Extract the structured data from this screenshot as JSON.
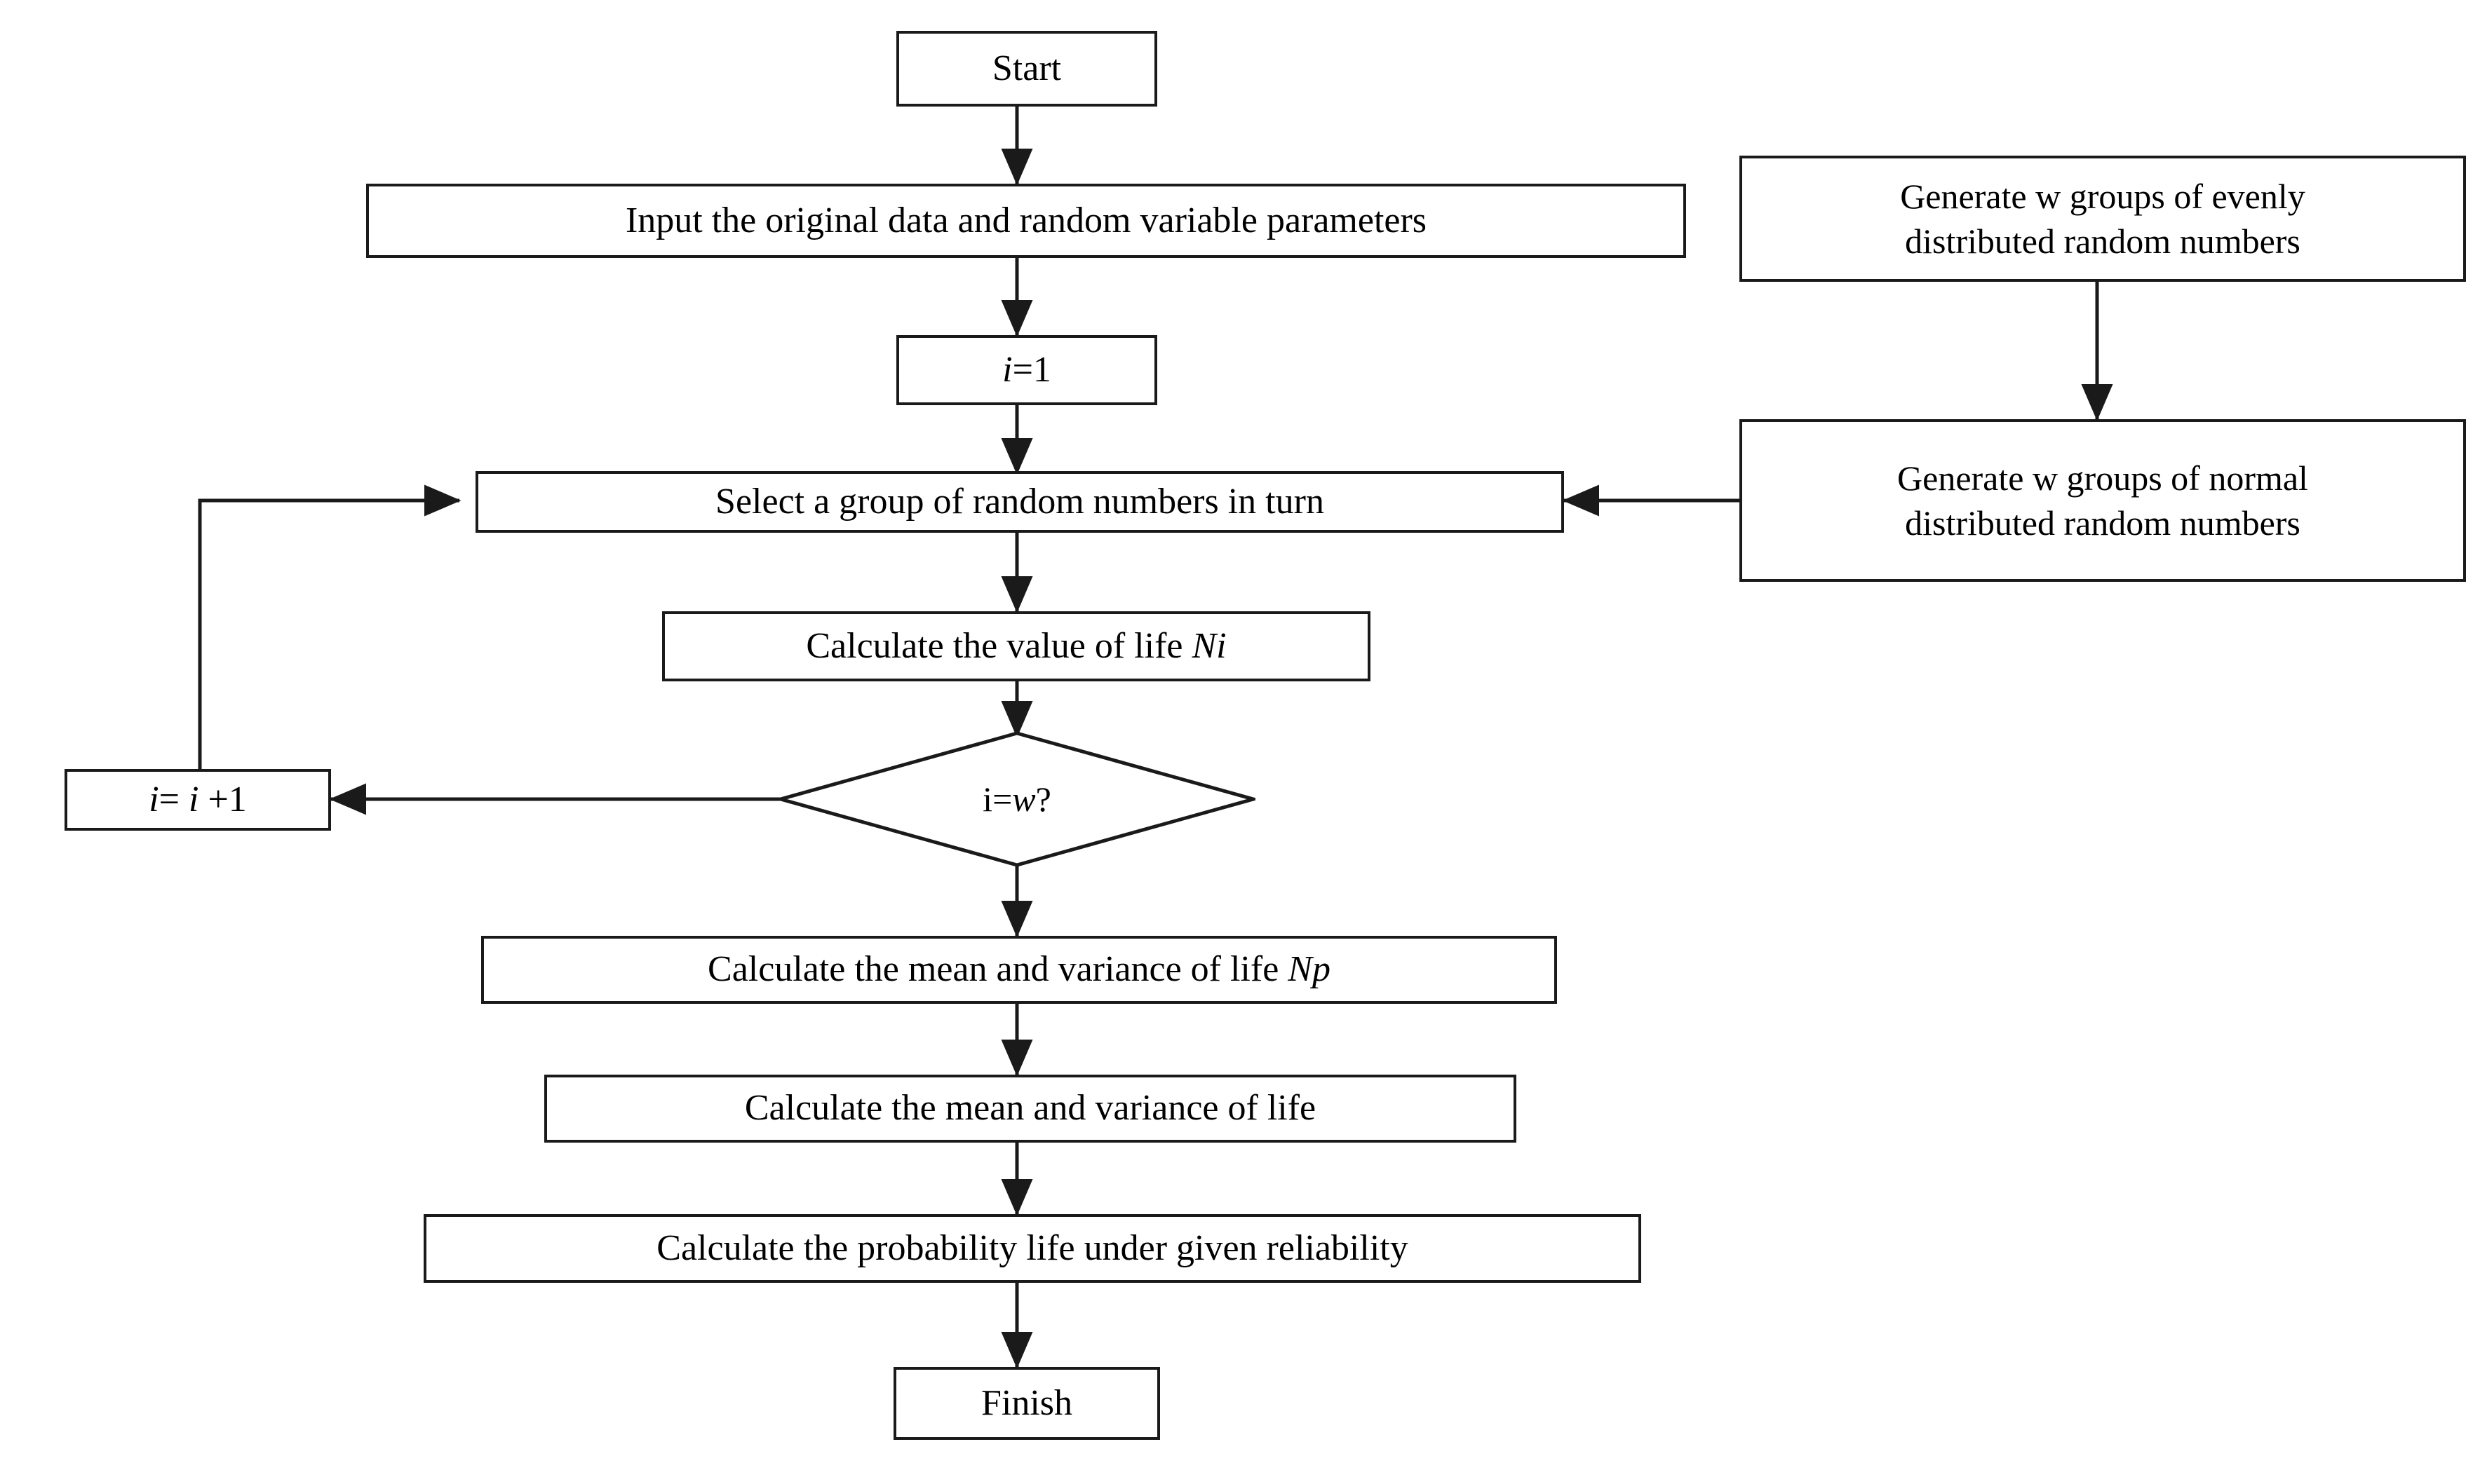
{
  "diagram": {
    "title": "Monte Carlo reliability life prediction flowchart",
    "type": "flowchart",
    "background_color": "#ffffff",
    "line_color": "#1a1a1a",
    "text_color": "#000000"
  },
  "nodes": {
    "start": {
      "label": "Start",
      "shape": "rectangle"
    },
    "input_data": {
      "label": "Input the original data and random variable parameters",
      "shape": "rectangle"
    },
    "init_i": {
      "label_italic": "i",
      "label_rest": "=1",
      "shape": "rectangle"
    },
    "gen_even": {
      "line1": "Generate w groups of evenly",
      "line2": "distributed random numbers",
      "shape": "rectangle"
    },
    "gen_normal": {
      "line1": "Generate w groups of normal",
      "line2": "distributed random numbers",
      "shape": "rectangle"
    },
    "select_group": {
      "label": "Select a group of random numbers in turn",
      "shape": "rectangle"
    },
    "calc_ni": {
      "label_plain": "Calculate the value of life ",
      "label_italic": "Ni",
      "shape": "rectangle"
    },
    "decision": {
      "label_plain": "i=",
      "label_italic": "w",
      "label_suffix": "?",
      "shape": "diamond"
    },
    "increment": {
      "label_i1": "i",
      "label_eq": "= ",
      "label_i2": "i",
      "label_plus": " +1",
      "shape": "rectangle"
    },
    "calc_np": {
      "label_plain": "Calculate the mean and variance  of life ",
      "label_italic": "Np",
      "shape": "rectangle"
    },
    "calc_life": {
      "label": "Calculate the mean and variance  of life",
      "shape": "rectangle"
    },
    "calc_prob": {
      "label": "Calculate the probability life under given reliability",
      "shape": "rectangle"
    },
    "finish": {
      "label": "Finish",
      "shape": "rectangle"
    }
  },
  "edges": [
    {
      "from": "start",
      "to": "input_data",
      "kind": "arrow-down"
    },
    {
      "from": "input_data",
      "to": "init_i",
      "kind": "arrow-down"
    },
    {
      "from": "init_i",
      "to": "select_group",
      "kind": "arrow-down"
    },
    {
      "from": "gen_even",
      "to": "gen_normal",
      "kind": "arrow-down"
    },
    {
      "from": "gen_normal",
      "to": "select_group",
      "kind": "arrow-left"
    },
    {
      "from": "select_group",
      "to": "calc_ni",
      "kind": "arrow-down"
    },
    {
      "from": "calc_ni",
      "to": "decision",
      "kind": "arrow-down"
    },
    {
      "from": "decision",
      "to": "increment",
      "kind": "arrow-left"
    },
    {
      "from": "increment",
      "to": "select_group",
      "kind": "loop-up-right"
    },
    {
      "from": "decision",
      "to": "calc_np",
      "kind": "arrow-down"
    },
    {
      "from": "calc_np",
      "to": "calc_life",
      "kind": "arrow-down"
    },
    {
      "from": "calc_life",
      "to": "calc_prob",
      "kind": "arrow-down"
    },
    {
      "from": "calc_prob",
      "to": "finish",
      "kind": "arrow-down"
    }
  ]
}
